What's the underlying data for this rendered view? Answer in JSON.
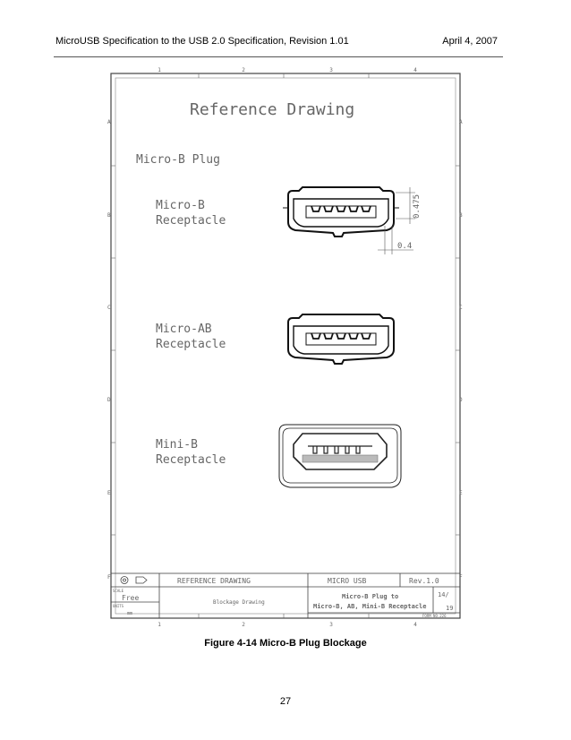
{
  "header": {
    "title": "MicroUSB Specification to the USB 2.0 Specification, Revision 1.01",
    "date": "April 4, 2007"
  },
  "drawing": {
    "title": "Reference Drawing",
    "plug_label": "Micro-B Plug",
    "items": [
      {
        "line1": "Micro-B",
        "line2": "Receptacle"
      },
      {
        "line1": "Micro-AB",
        "line2": "Receptacle"
      },
      {
        "line1": "Mini-B",
        "line2": "Receptacle"
      }
    ],
    "dim_vertical": "0.475",
    "dim_horizontal": "0.4",
    "col_labels": [
      "1",
      "2",
      "3",
      "4"
    ],
    "row_labels": [
      "A",
      "B",
      "C",
      "D",
      "E",
      "F"
    ],
    "title_block": {
      "ref": "REFERENCE DRAWING",
      "product": "MICRO USB",
      "rev": "Rev.1.0",
      "scale_label": "SCALE",
      "scale_value": "Free",
      "units_label": "UNITS",
      "units_value": "mm",
      "drawing_name": "Blockage Drawing",
      "desc_line1": "Micro-B Plug to",
      "desc_line2": "Micro-B, AB, Mini-B Receptacle",
      "sheet_num": "14/",
      "sheet_total": "19",
      "form": "FORM NO.226"
    }
  },
  "caption": "Figure 4-14  Micro-B Plug Blockage",
  "page_number": "27"
}
